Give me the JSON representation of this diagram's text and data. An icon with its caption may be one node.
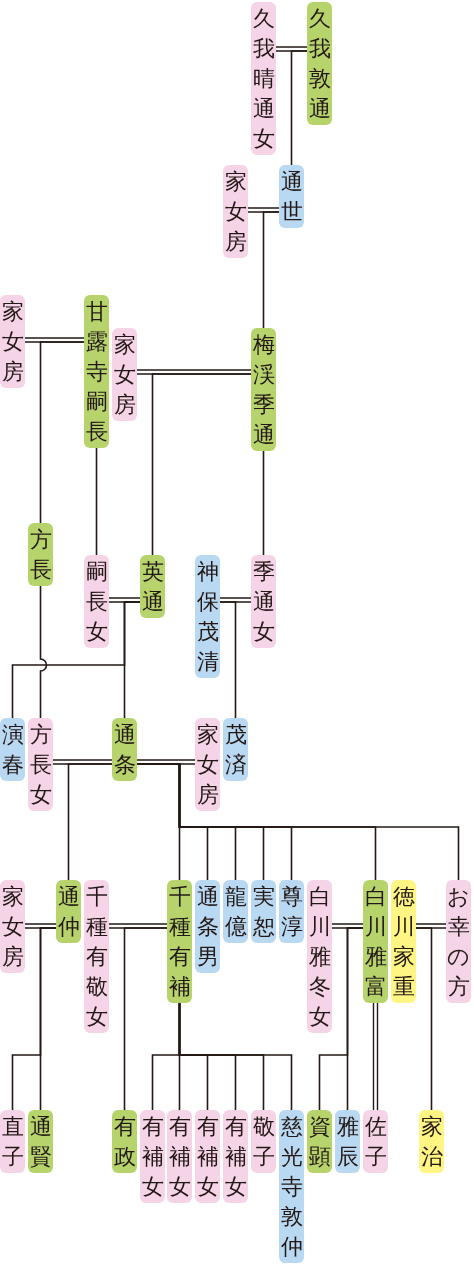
{
  "diagram": {
    "nodes": [
      {
        "text": [
          "久我晴通女"
        ]
      },
      {
        "text": [
          "久我敦通"
        ]
      },
      {
        "text": [
          "家女房"
        ]
      },
      {
        "text": [
          "通世"
        ]
      },
      {
        "text": [
          "家女房"
        ]
      },
      {
        "text": [
          "甘露寺嗣長"
        ]
      },
      {
        "text": [
          "家女房"
        ]
      },
      {
        "text": [
          "梅渓季通"
        ]
      },
      {
        "text": [
          "方長"
        ]
      },
      {
        "text": [
          "嗣長女"
        ]
      },
      {
        "text": [
          "英通"
        ]
      },
      {
        "text": [
          "神保茂清"
        ]
      },
      {
        "text": [
          "季通女"
        ]
      },
      {
        "text": [
          "演春"
        ]
      },
      {
        "text": [
          "方長女"
        ]
      },
      {
        "text": [
          "通条"
        ]
      },
      {
        "text": [
          "家女房"
        ]
      },
      {
        "text": [
          "茂済"
        ]
      },
      {
        "text": [
          "家女房"
        ]
      },
      {
        "text": [
          "通仲"
        ]
      },
      {
        "text": [
          "千種有敬女"
        ]
      },
      {
        "text": [
          "千種有補"
        ]
      },
      {
        "text": [
          "通条男"
        ]
      },
      {
        "text": [
          "龍億"
        ]
      },
      {
        "text": [
          "実恕"
        ]
      },
      {
        "text": [
          "尊淳"
        ]
      },
      {
        "text": [
          "白川雅冬女"
        ]
      },
      {
        "text": [
          "白川雅富"
        ]
      },
      {
        "text": [
          "徳川家重"
        ]
      },
      {
        "text": [
          "お幸の方"
        ]
      },
      {
        "text": [
          "直子"
        ]
      },
      {
        "text": [
          "通賢"
        ]
      },
      {
        "text": [
          "有政"
        ]
      },
      {
        "text": [
          "有補女"
        ]
      },
      {
        "text": [
          "有補女"
        ]
      },
      {
        "text": [
          "有補女"
        ]
      },
      {
        "text": [
          "有補女"
        ]
      },
      {
        "text": [
          "敬子"
        ]
      },
      {
        "text": [
          "慈光寺敦仲"
        ]
      },
      {
        "text": [
          "資顕"
        ]
      },
      {
        "text": [
          "雅辰"
        ]
      },
      {
        "text": [
          "佐子"
        ]
      },
      {
        "text": [
          "家治"
        ]
      }
    ],
    "edges": [
      {
        "from": 1,
        "to": 0,
        "arrow": "none"
      },
      {
        "from": 1,
        "to": 3,
        "arrow": "none"
      },
      {
        "from": 3,
        "to": 2,
        "arrow": "none"
      },
      {
        "from": 3,
        "to": 7,
        "arrow": "none"
      },
      {
        "from": 5,
        "to": 4,
        "arrow": "none"
      },
      {
        "from": 7,
        "to": 6,
        "arrow": "none"
      },
      {
        "from": 5,
        "to": 8,
        "arrow": "none"
      },
      {
        "from": 5,
        "to": 9,
        "arrow": "none"
      },
      {
        "from": 7,
        "to": 10,
        "arrow": "none"
      },
      {
        "from": 7,
        "to": 12,
        "arrow": "none"
      },
      {
        "from": 10,
        "to": 9,
        "arrow": "none"
      },
      {
        "from": 11,
        "to": 12,
        "arrow": "none"
      },
      {
        "from": 10,
        "to": 13,
        "arrow": "none"
      },
      {
        "from": 10,
        "to": 15,
        "arrow": "none"
      },
      {
        "from": 8,
        "to": 14,
        "arrow": "none"
      },
      {
        "from": 11,
        "to": 17,
        "arrow": "none"
      },
      {
        "from": 15,
        "to": 14,
        "arrow": "none"
      },
      {
        "from": 15,
        "to": 16,
        "arrow": "none"
      },
      {
        "from": 15,
        "to": 19,
        "arrow": "none"
      },
      {
        "from": 15,
        "to": 21,
        "arrow": "none"
      },
      {
        "from": 15,
        "to": 22,
        "arrow": "none"
      },
      {
        "from": 15,
        "to": 23,
        "arrow": "none"
      },
      {
        "from": 15,
        "to": 24,
        "arrow": "none"
      },
      {
        "from": 15,
        "to": 25,
        "arrow": "none"
      },
      {
        "from": 15,
        "to": 27,
        "arrow": "none"
      },
      {
        "from": 15,
        "to": 29,
        "arrow": "none"
      },
      {
        "from": 19,
        "to": 18,
        "arrow": "none"
      },
      {
        "from": 21,
        "to": 20,
        "arrow": "none"
      },
      {
        "from": 27,
        "to": 26,
        "arrow": "none"
      },
      {
        "from": 28,
        "to": 29,
        "arrow": "none"
      },
      {
        "from": 19,
        "to": 30,
        "arrow": "none"
      },
      {
        "from": 19,
        "to": 31,
        "arrow": "none"
      },
      {
        "from": 21,
        "to": 32,
        "arrow": "none"
      },
      {
        "from": 21,
        "to": 33,
        "arrow": "none"
      },
      {
        "from": 21,
        "to": 34,
        "arrow": "none"
      },
      {
        "from": 21,
        "to": 35,
        "arrow": "none"
      },
      {
        "from": 21,
        "to": 36,
        "arrow": "none"
      },
      {
        "from": 21,
        "to": 37,
        "arrow": "none"
      },
      {
        "from": 21,
        "to": 38,
        "arrow": "none"
      },
      {
        "from": 27,
        "to": 39,
        "arrow": "none"
      },
      {
        "from": 27,
        "to": 40,
        "arrow": "none"
      },
      {
        "from": 27,
        "to": 41,
        "arrow": "none"
      },
      {
        "from": 28,
        "to": 42,
        "arrow": "none"
      }
    ]
  }
}
